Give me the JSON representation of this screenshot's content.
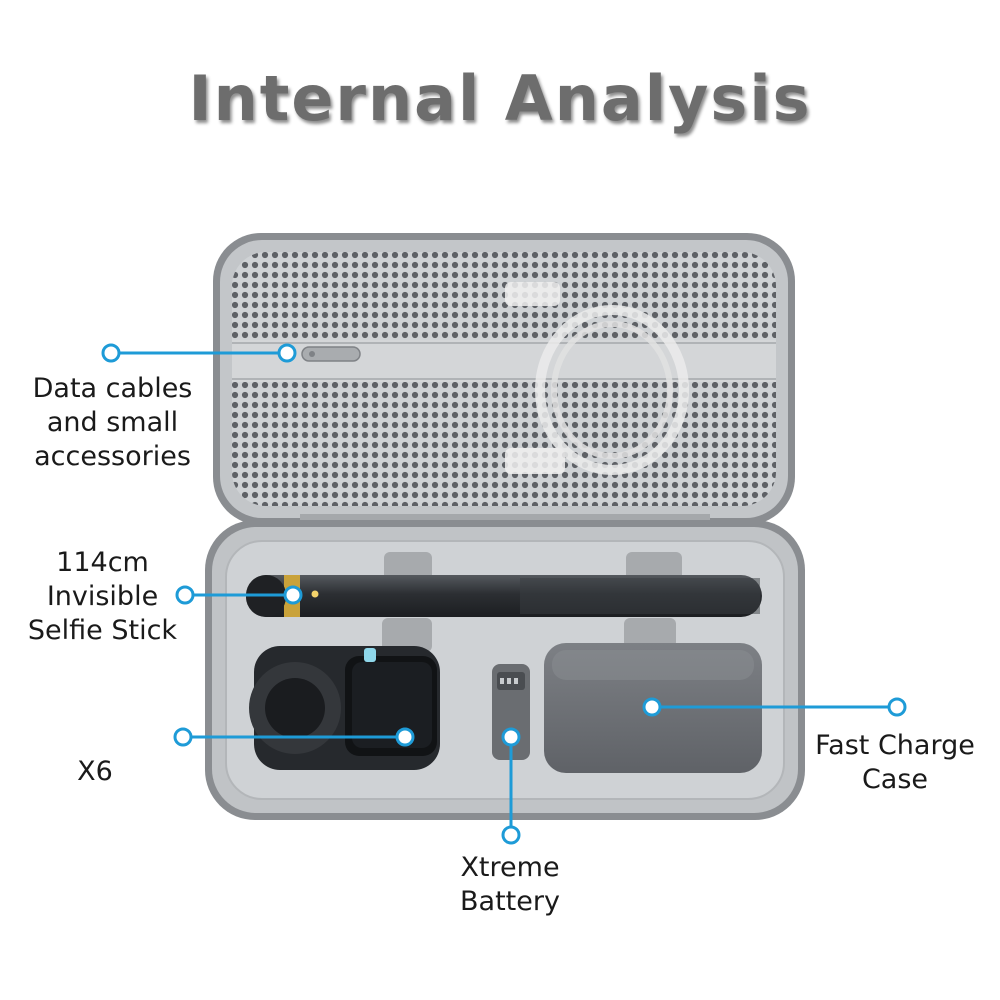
{
  "title": "Internal Analysis",
  "callouts": {
    "data_cables": {
      "lines": [
        "Data cables",
        "and small",
        "accessories"
      ]
    },
    "selfie_stick": {
      "lines": [
        "114cm",
        "Invisible",
        "Selfie Stick"
      ]
    },
    "camera": {
      "lines": [
        "X6"
      ]
    },
    "battery": {
      "lines": [
        "Xtreme",
        "Battery"
      ]
    },
    "charge_case": {
      "lines": [
        "Fast Charge",
        "Case"
      ]
    }
  },
  "colors": {
    "accent": "#1e9bd7",
    "case_shell": "#8a8d91",
    "case_lining": "#cfd2d5",
    "mesh": "#5e6166",
    "stick": "#2c2f33",
    "stick_ring": "#c9a23a",
    "camera": "#26292d",
    "charge_case": "#6e7176"
  }
}
